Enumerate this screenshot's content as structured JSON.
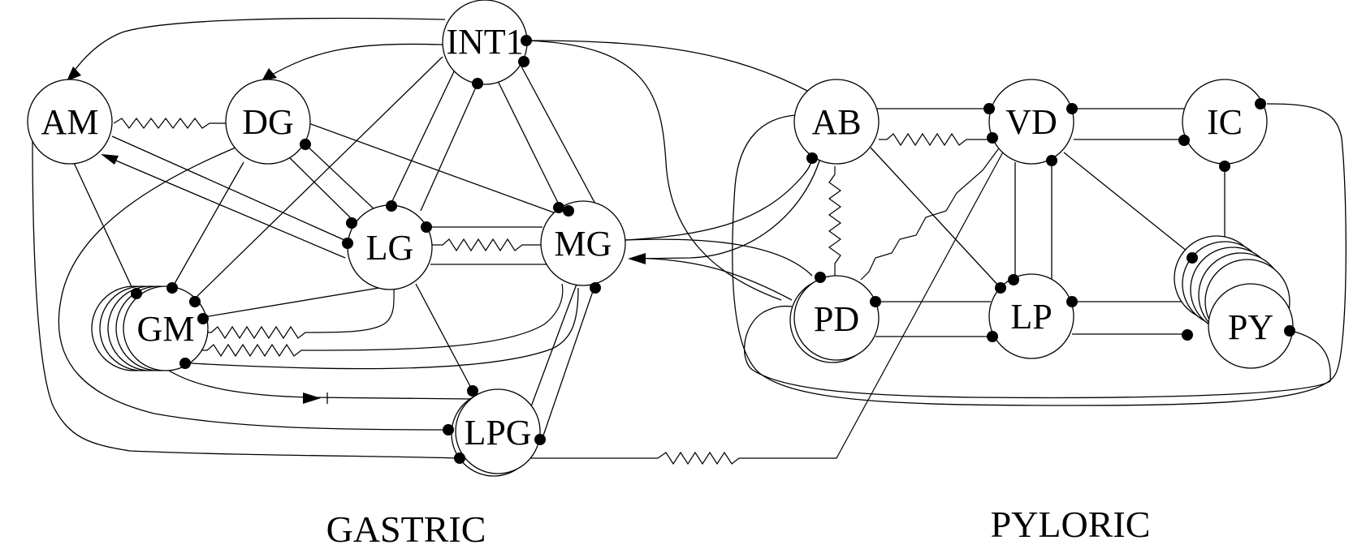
{
  "diagram": {
    "nodes": {
      "int1": "INT1",
      "am": "AM",
      "dg": "DG",
      "lg": "LG",
      "mg": "MG",
      "gm": "GM",
      "lpg": "LPG",
      "ab": "AB",
      "vd": "VD",
      "ic": "IC",
      "pd": "PD",
      "lp": "LP",
      "py": "PY"
    },
    "groups": {
      "gastric": "GASTRIC",
      "pyloric": "PYLORIC"
    }
  }
}
